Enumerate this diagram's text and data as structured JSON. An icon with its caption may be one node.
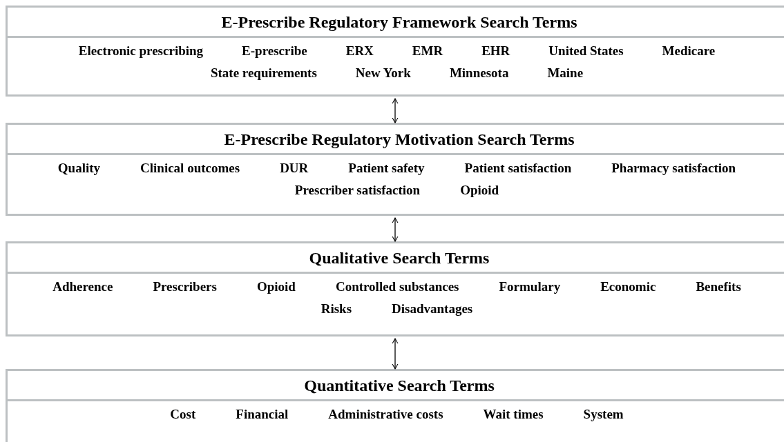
{
  "diagram": {
    "nodes": [
      {
        "text": [
          "E-Prescribe Regulatory Framework Search Terms",
          "Electronic prescribing",
          "E-prescribe",
          "ERX",
          "EMR",
          "EHR",
          "United States",
          "Medicare",
          "State requirements",
          "New York",
          "Minnesota",
          "Maine"
        ]
      },
      {
        "text": [
          "E-Prescribe Regulatory Motivation Search Terms",
          "Quality",
          "Clinical outcomes",
          "DUR",
          "Patient safety",
          "Patient satisfaction",
          "Pharmacy satisfaction",
          "Prescriber satisfaction",
          "Opioid"
        ]
      },
      {
        "text": [
          "Qualitative Search Terms",
          "Adherence",
          "Prescribers",
          "Opioid",
          "Controlled substances",
          "Formulary",
          "Economic",
          "Benefits",
          "Risks",
          "Disadvantages"
        ]
      },
      {
        "text": [
          "Quantitative Search Terms",
          "Cost",
          "Financial",
          "Administrative costs",
          "Wait times",
          "System"
        ]
      }
    ],
    "edges": [
      {
        "from": 0,
        "to": 1,
        "arrow": "both"
      },
      {
        "from": 1,
        "to": 2,
        "arrow": "both"
      },
      {
        "from": 2,
        "to": 3,
        "arrow": "both"
      }
    ]
  }
}
